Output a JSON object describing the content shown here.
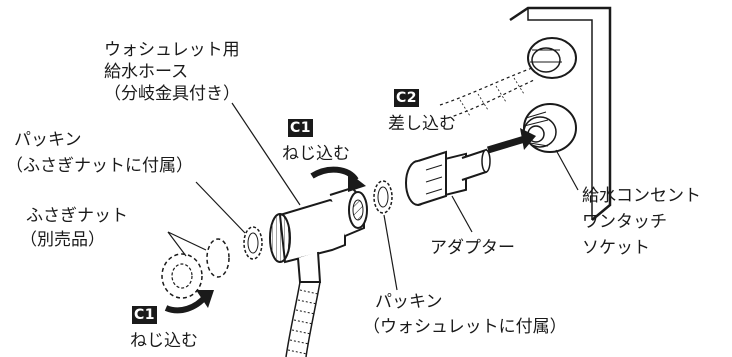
{
  "labels": {
    "hose": [
      "ウォシュレット用",
      "給水ホース",
      "（分岐金具付き）"
    ],
    "packing_cap": [
      "パッキン",
      "（ふさぎナットに付属）"
    ],
    "cap_nut": [
      "ふさぎナット",
      "（別売品）"
    ],
    "packing_washlet": [
      "パッキン",
      "（ウォシュレットに付属）"
    ],
    "adapter": "アダプター",
    "socket": [
      "給水コンセント",
      "ワンタッチ",
      "ソケット"
    ],
    "step_c1_badge": "C1",
    "step_c1_text": "ねじ込む",
    "step_c2_badge": "C2",
    "step_c2_text": "差し込む"
  },
  "colors": {
    "line": "#1a1a1a",
    "background": "#ffffff",
    "badge_text": "#ffffff"
  }
}
